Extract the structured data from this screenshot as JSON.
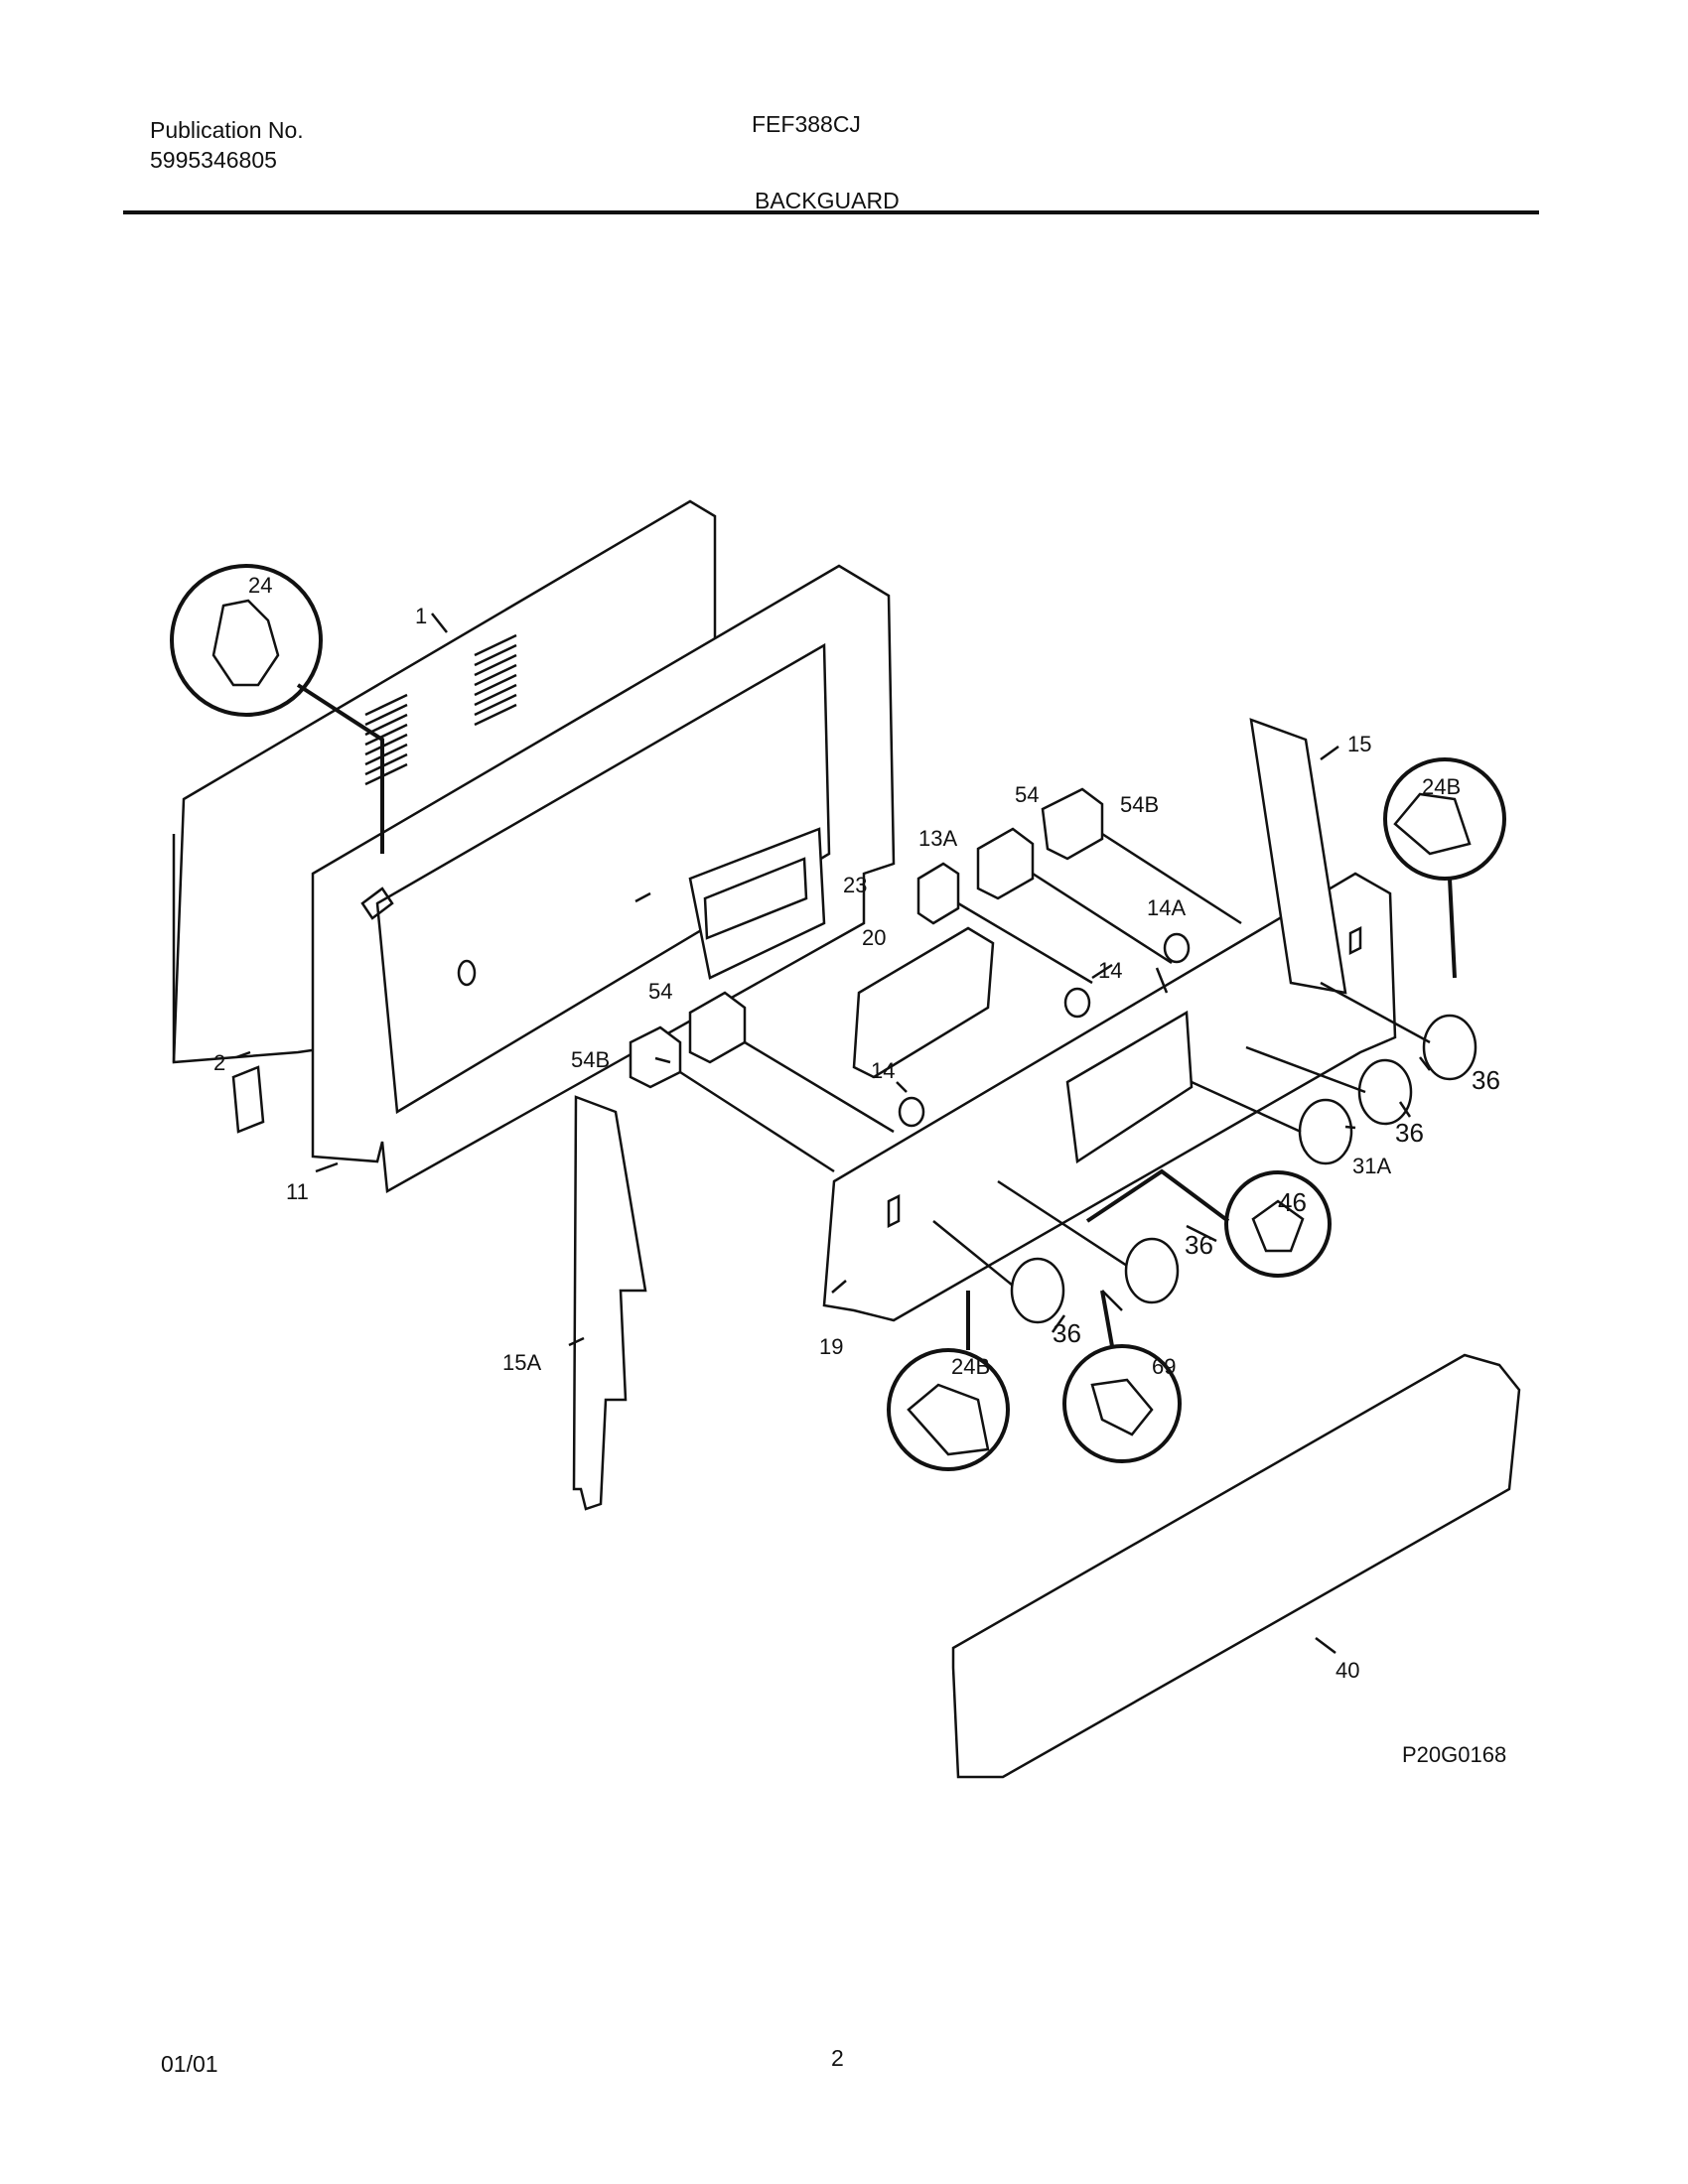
{
  "header": {
    "publication_label": "Publication No.",
    "publication_number": "5995346805",
    "model": "FEF388CJ",
    "section": "BACKGUARD"
  },
  "diagram": {
    "code": "P20G0168",
    "callouts": {
      "c1": "1",
      "c2": "2",
      "c11": "11",
      "c13A": "13A",
      "c14a": "14",
      "c14b": "14",
      "c14A": "14A",
      "c15": "15",
      "c15A": "15A",
      "c19": "19",
      "c20": "20",
      "c23": "23",
      "c24": "24",
      "c24Ba": "24B",
      "c24Bb": "24B",
      "c31A": "31A",
      "c36a": "36",
      "c36b": "36",
      "c36c": "36",
      "c36d": "36",
      "c40": "40",
      "c46": "46",
      "c54a": "54",
      "c54b": "54",
      "c54Ba": "54B",
      "c54Bb": "54B",
      "c69": "69"
    }
  },
  "footer": {
    "date": "01/01",
    "page": "2"
  }
}
